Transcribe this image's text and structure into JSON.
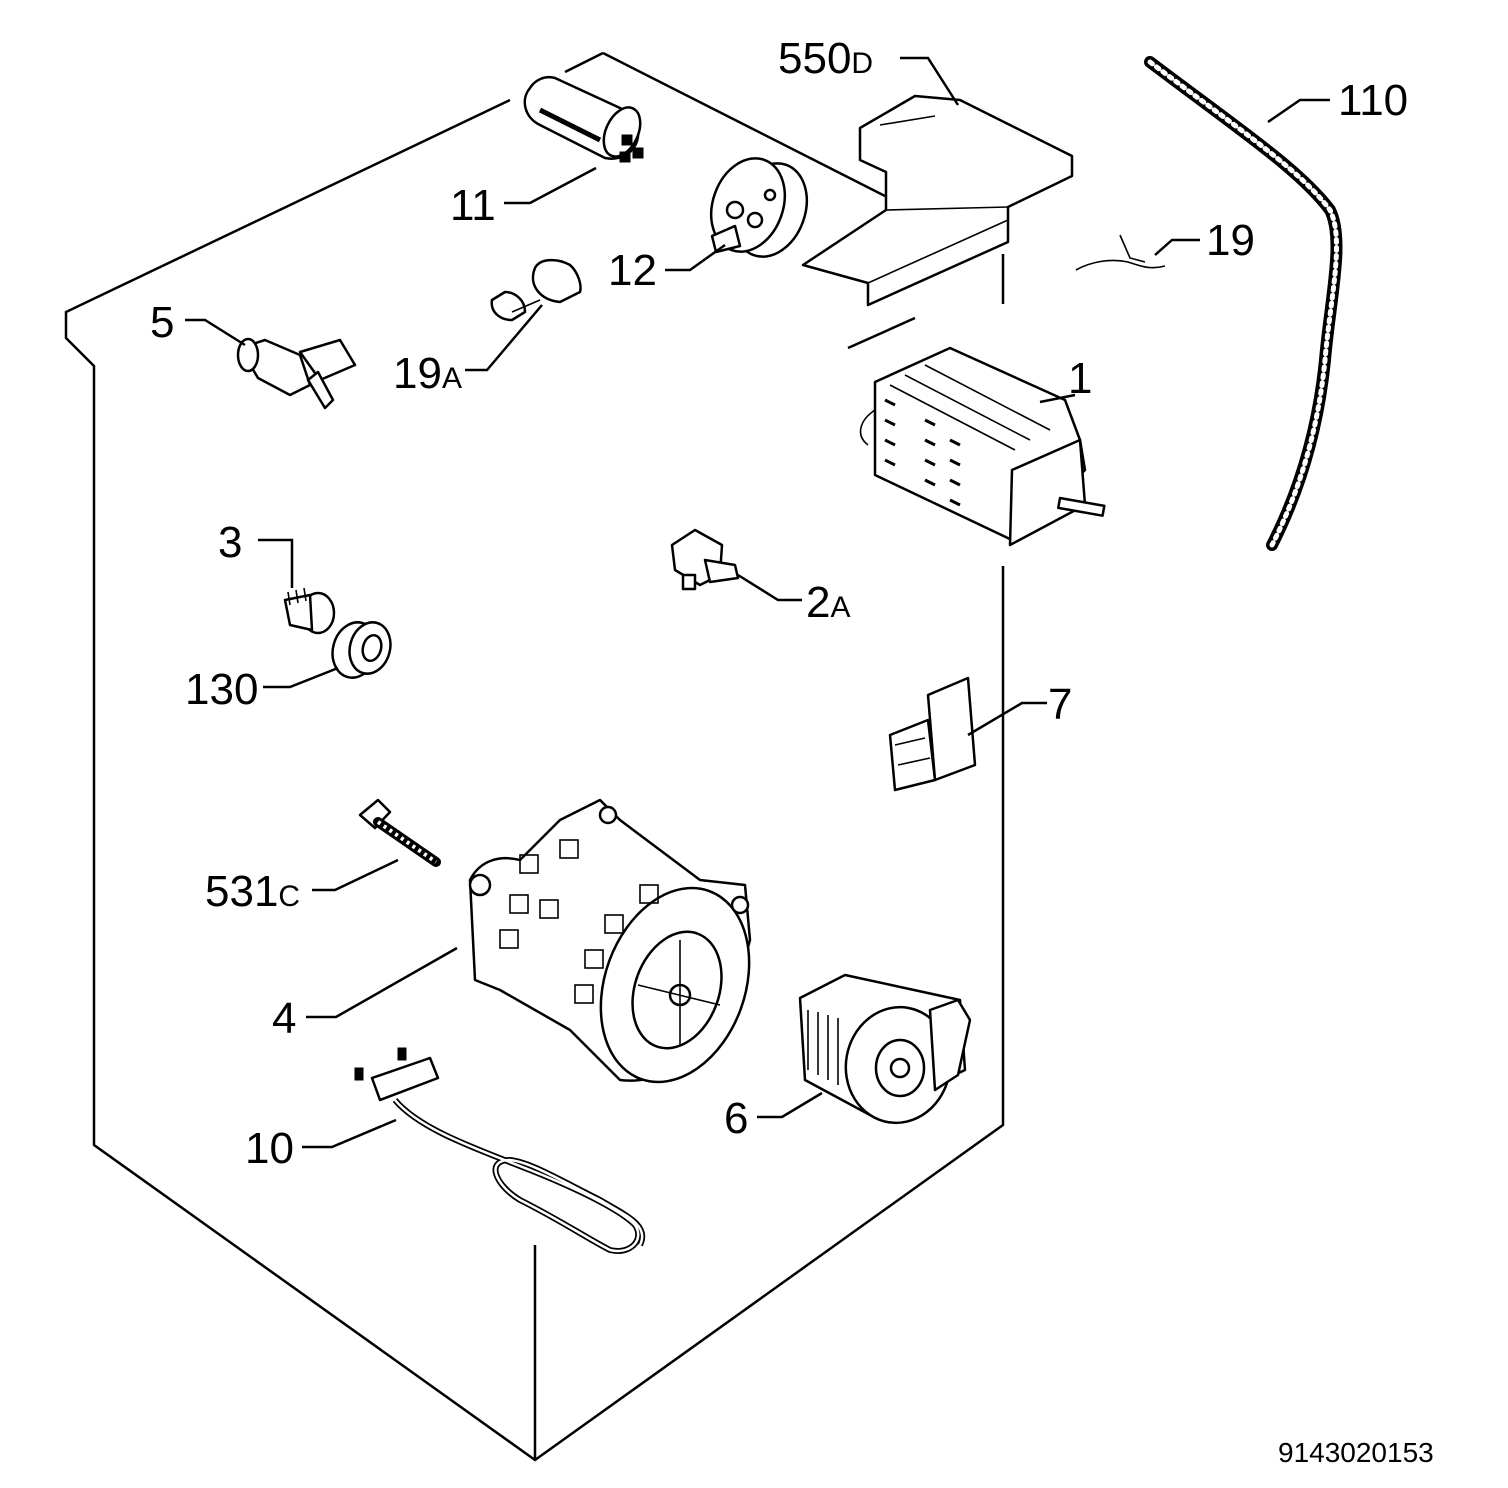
{
  "labels": {
    "p550": {
      "main": "550",
      "suffix": "D"
    },
    "p110": "110",
    "p11": "11",
    "p12": "12",
    "p19": "19",
    "p5": "5",
    "p19a": {
      "main": "19",
      "suffix": "A"
    },
    "p1": "1",
    "p3": "3",
    "p2a": {
      "main": "2",
      "suffix": "A"
    },
    "p130": "130",
    "p7": "7",
    "p531": {
      "main": "531",
      "suffix": "C"
    },
    "p4": "4",
    "p6": "6",
    "p10": "10"
  },
  "diagram_code": "9143020153"
}
